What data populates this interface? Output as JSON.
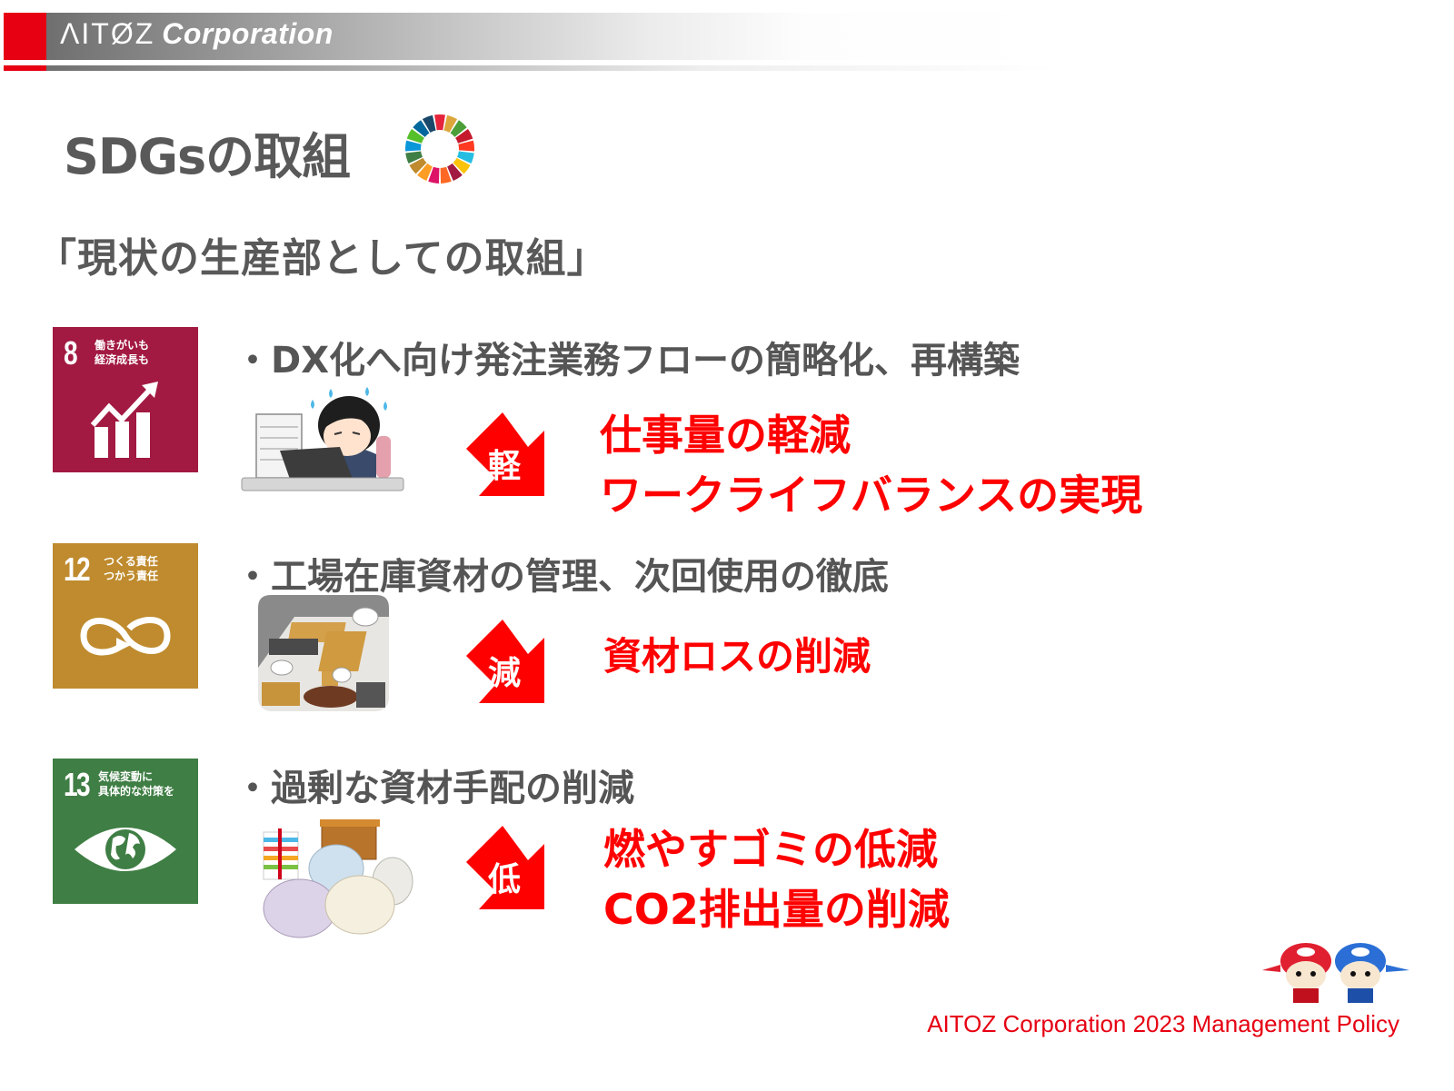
{
  "header": {
    "brand_logo": "ΛITØZ",
    "brand_suffix": "Corporation",
    "colors": {
      "red": "#e60012",
      "gray_start": "#6f6f6f"
    }
  },
  "page": {
    "title": "SDGsの取組",
    "title_icon": "sdg-wheel-icon",
    "subtitle": "「現状の生産部としての取組」"
  },
  "sections": [
    {
      "sdg": {
        "number": "8",
        "label_line1": "働きがいも",
        "label_line2": "経済成長も",
        "icon": "growth-chart-icon",
        "color": "#a21942"
      },
      "bullet": "・DX化へ向け発注業務フローの簡略化、再構築",
      "illustration": "overworked-office-worker-illustration",
      "arrow_char": "軽",
      "results": [
        "仕事量の軽減",
        "ワークライフバランスの実現"
      ]
    },
    {
      "sdg": {
        "number": "12",
        "label_line1": "つくる責任",
        "label_line2": "つかう責任",
        "icon": "infinity-loop-icon",
        "color": "#bf8b2e"
      },
      "bullet": "・工場在庫資材の管理、次回使用の徹底",
      "illustration": "warehouse-materials-illustration",
      "arrow_char": "減",
      "results": [
        "資材ロスの削減"
      ]
    },
    {
      "sdg": {
        "number": "13",
        "label_line1": "気候変動に",
        "label_line2": "具体的な対策を",
        "icon": "eye-globe-icon",
        "color": "#3f7e44"
      },
      "bullet": "・過剰な資材手配の削減",
      "illustration": "garbage-bags-illustration",
      "arrow_char": "低",
      "results": [
        "燃やすゴミの低減",
        "CO2排出量の削減"
      ]
    }
  ],
  "footer": {
    "text": "AITOZ Corporation 2023 Management Policy",
    "mascots": "ai-toz-mascots-illustration",
    "color": "#e60012"
  },
  "colors": {
    "result_red": "#ff0000",
    "heading_gray": "#595959"
  }
}
